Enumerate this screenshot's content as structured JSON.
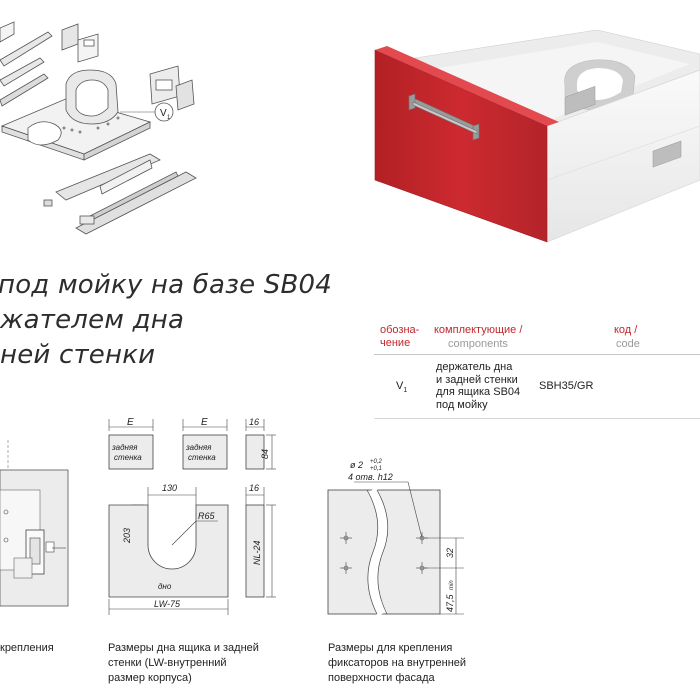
{
  "heading": {
    "line1": "под мойку на базе SB04",
    "line2": "жателем дна",
    "line3": "ней стенки"
  },
  "table": {
    "headers": [
      {
        "ru": "обозна-\nчение",
        "en": ""
      },
      {
        "ru": "комплектующие /",
        "en": "components"
      },
      {
        "ru": "код /",
        "en": "code"
      }
    ],
    "rows": [
      {
        "designation": "V",
        "designation_sub": "1",
        "component": "держатель дна\nи задней стенки\nдля ящика SB04\nпод мойку",
        "code": "SBH35/GR"
      }
    ]
  },
  "exploded": {
    "callout": "V",
    "callout_sub": "1"
  },
  "drawing_left": {
    "caption": "крепления"
  },
  "drawing_mid": {
    "dim_e1": "E",
    "dim_e2": "E",
    "back_wall_1": "задняя\nстенка",
    "back_wall_2": "задняя\nстенка",
    "dim_16_top": "16",
    "dim_84": "84",
    "dim_130": "130",
    "dim_16_mid": "16",
    "dim_203": "203",
    "dim_r65": "R65",
    "dim_nl24": "NL-24",
    "bottom_label": "дно",
    "dim_lw75": "LW-75",
    "caption": "Размеры дна ящика и задней\nстенки (LW-внутренний\nразмер корпуса)"
  },
  "drawing_right": {
    "dim_dia": "ø 2",
    "dim_tol_up": "+0,2",
    "dim_tol_dn": "+0,1",
    "dim_holes": "4 отв. h12",
    "dim_32": "32",
    "dim_47": "47,5",
    "dim_min": "min",
    "caption": "Размеры для крепления\nфиксаторов на внутренней\nповерхности фасада"
  },
  "colors": {
    "accent_red": "#c0272d",
    "front_red": "#c8282e",
    "drawing_fill": "#ececec",
    "line": "#4a4a4a"
  }
}
